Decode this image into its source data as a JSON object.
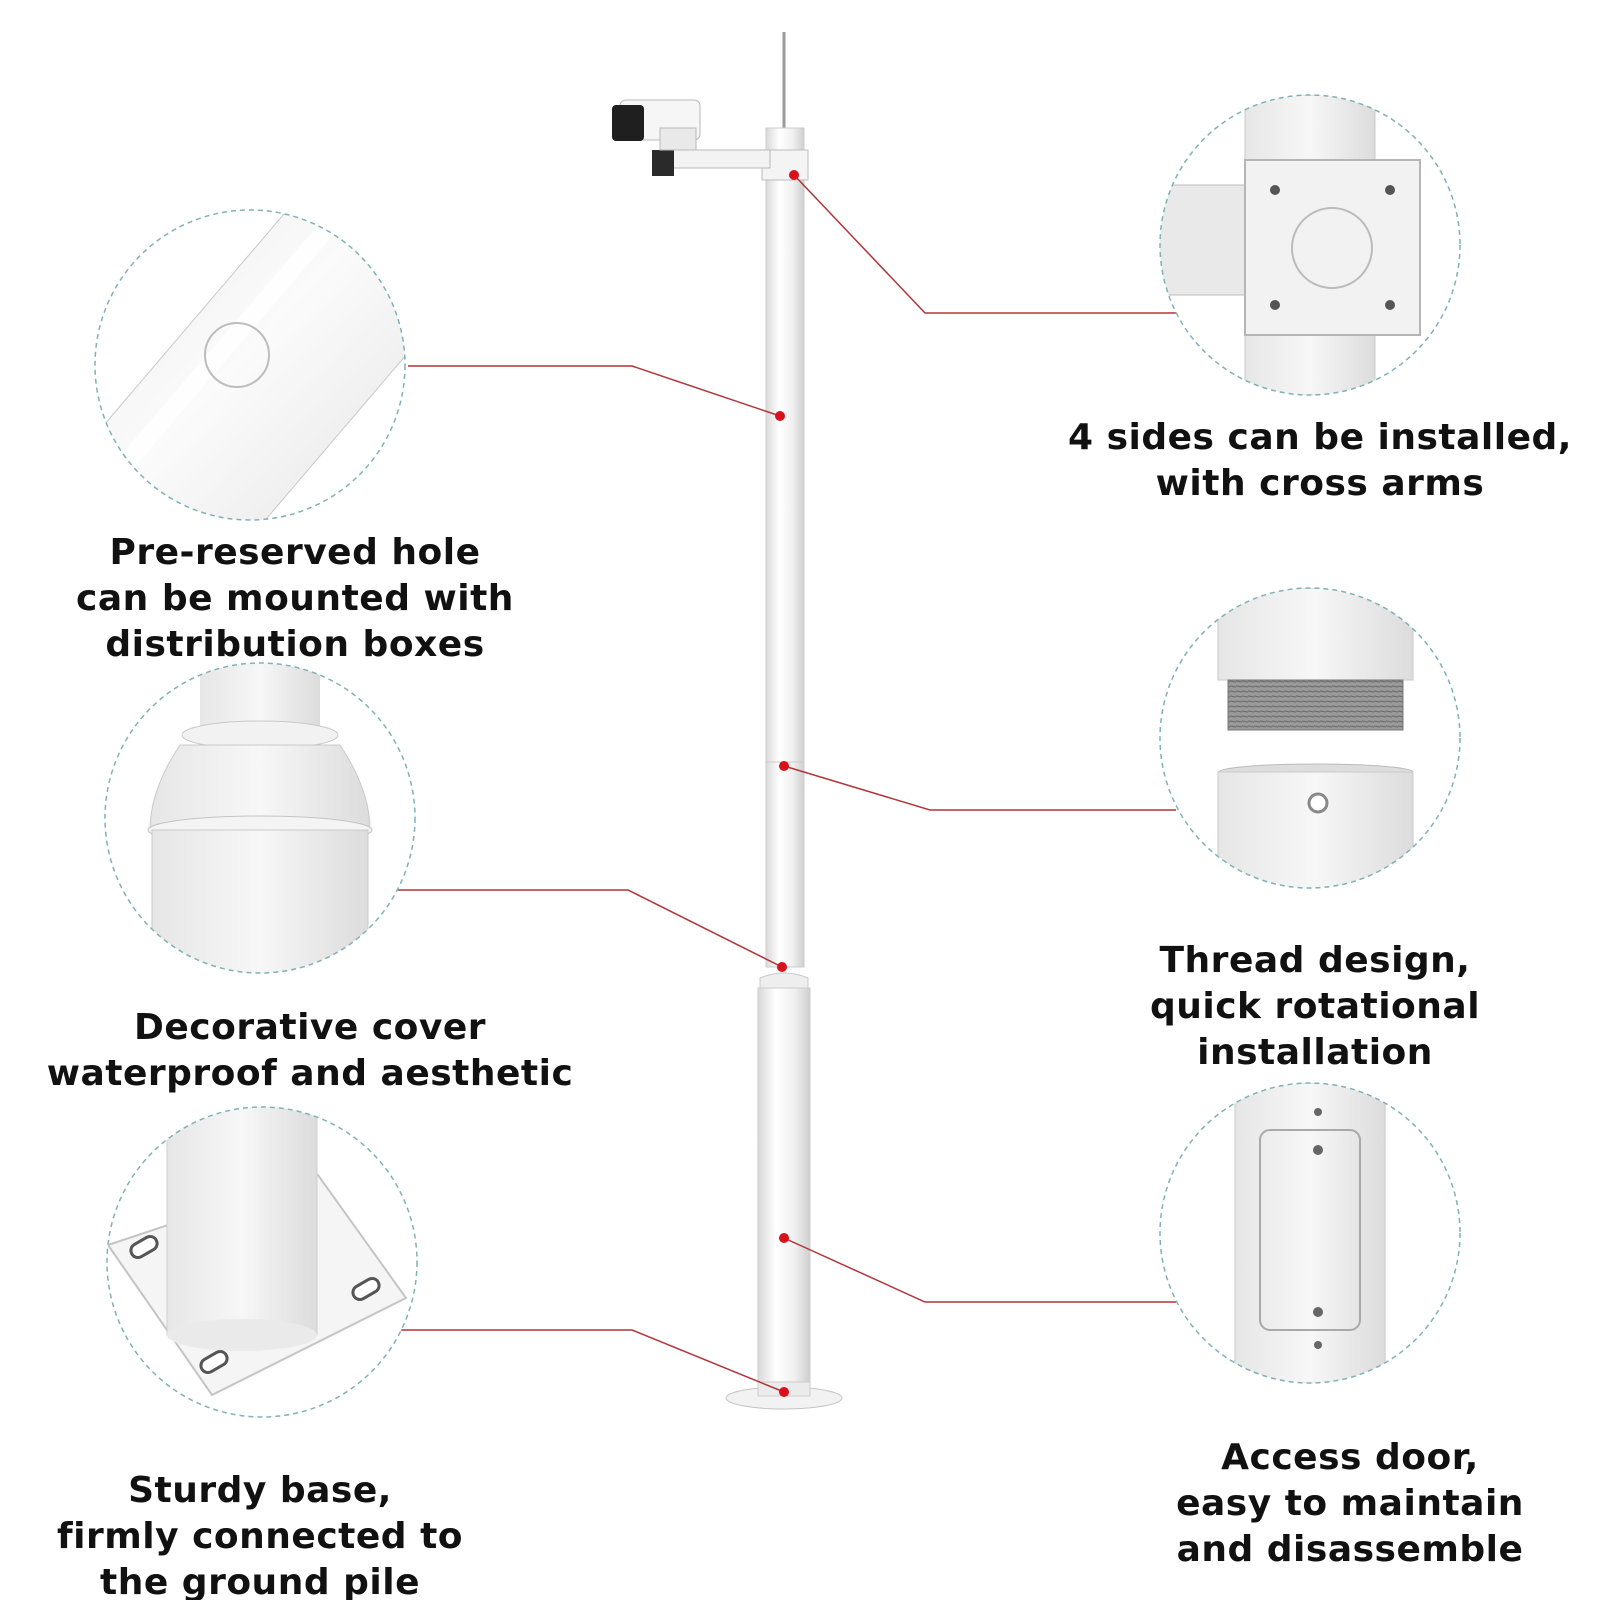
{
  "accent_color": "#d8121b",
  "leader_color": "#b0353a",
  "frame_color": "#7fb2b5",
  "pole_color": "#f1f1f1",
  "features": {
    "hole": {
      "icon": "pole-hole-closeup",
      "lines": [
        "Pre-reserved hole",
        "can be mounted with",
        "distribution boxes"
      ]
    },
    "cover": {
      "icon": "decorative-cover-closeup",
      "lines": [
        "Decorative cover",
        "waterproof and aesthetic"
      ]
    },
    "base": {
      "icon": "base-plate-closeup",
      "lines": [
        "Sturdy base,",
        "firmly connected to",
        "the ground pile"
      ]
    },
    "arms": {
      "icon": "cross-arm-mount-closeup",
      "lines": [
        "4 sides can be installed,",
        "with cross arms"
      ]
    },
    "thread": {
      "icon": "thread-joint-closeup",
      "lines": [
        "Thread design,",
        "quick rotational",
        "installation"
      ]
    },
    "door": {
      "icon": "access-door-closeup",
      "lines": [
        "Access door,",
        "easy to maintain",
        "and disassemble"
      ]
    }
  }
}
